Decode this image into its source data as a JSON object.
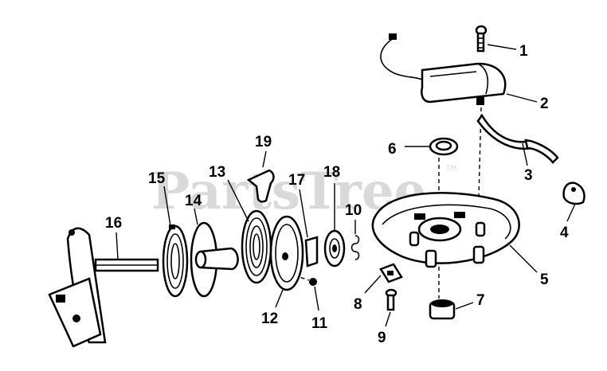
{
  "watermark": {
    "text": "PartsTree",
    "trademark": "TM"
  },
  "callouts": [
    "1",
    "2",
    "3",
    "4",
    "5",
    "6",
    "7",
    "8",
    "9",
    "10",
    "11",
    "12",
    "13",
    "14",
    "15",
    "16",
    "17",
    "18",
    "19"
  ]
}
